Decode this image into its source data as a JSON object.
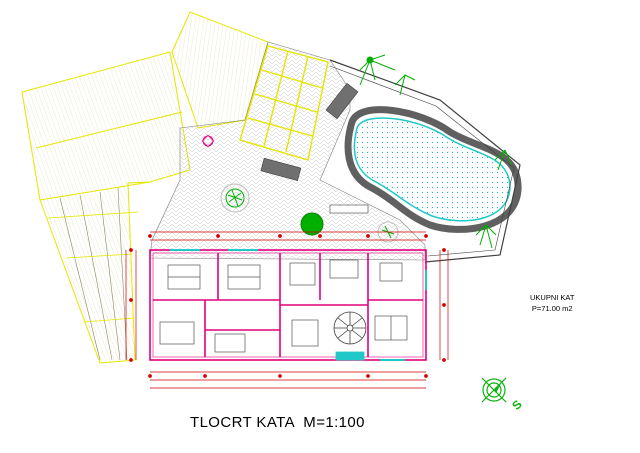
{
  "plan": {
    "area_title": "UKUPNI KAT",
    "area_value": "P=71.00 m2",
    "title": "TLOCRT KATA",
    "scale": "M=1:100",
    "north_letter": "S"
  },
  "colors": {
    "deck": "#e6e600",
    "deck_light": "#f0f08a",
    "walls": "#e0007a",
    "dims": "#d00000",
    "pool": "#20c8c8",
    "vegetation": "#00b000",
    "paving": "#9a9a9a",
    "furniture": "#606060",
    "structure": "#303030"
  },
  "icons": [
    "compass-rose-icon",
    "palm-tree-icon",
    "sun-lounger-icon",
    "spiral-stair-icon",
    "bed-icon"
  ]
}
